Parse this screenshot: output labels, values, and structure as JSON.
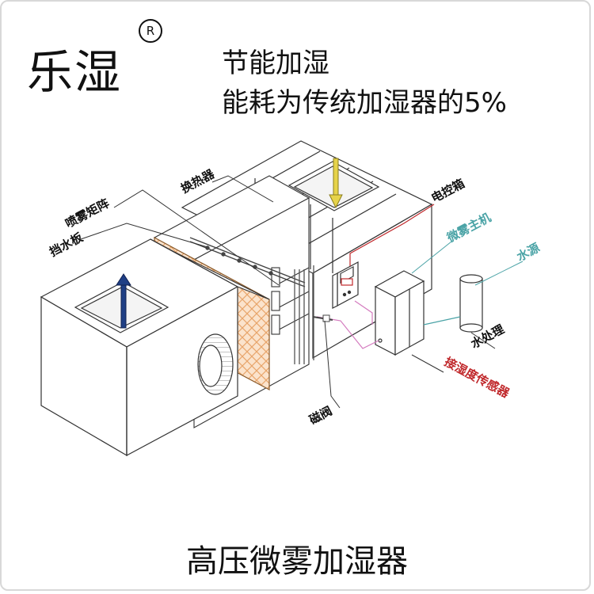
{
  "header": {
    "brand": "乐湿",
    "registered_mark": "R",
    "headline": "节能加湿",
    "subheadline": "能耗为传统加湿器的5%"
  },
  "labels": {
    "heat_exchanger": "换热器",
    "spray_matrix": "喷雾矩阵",
    "water_baffle": "挡水板",
    "control_box": "电控箱",
    "mist_host": "微雾主机",
    "water_source": "水源",
    "water_treatment": "水处理",
    "humidity_sensor": "接湿度传感器",
    "solenoid_valve": "磁阀"
  },
  "colors": {
    "control_box_label": "#111111",
    "mist_host_label": "#4aa3a6",
    "water_source_label": "#4aa3a6",
    "water_treatment_label": "#111111",
    "humidity_sensor_label": "#c0282b",
    "inlet_arrow": "#e6d34a",
    "outlet_arrow": "#1f3f85",
    "filter_mesh": "#e8a56b"
  },
  "footer": {
    "title": "高压微雾加湿器"
  }
}
